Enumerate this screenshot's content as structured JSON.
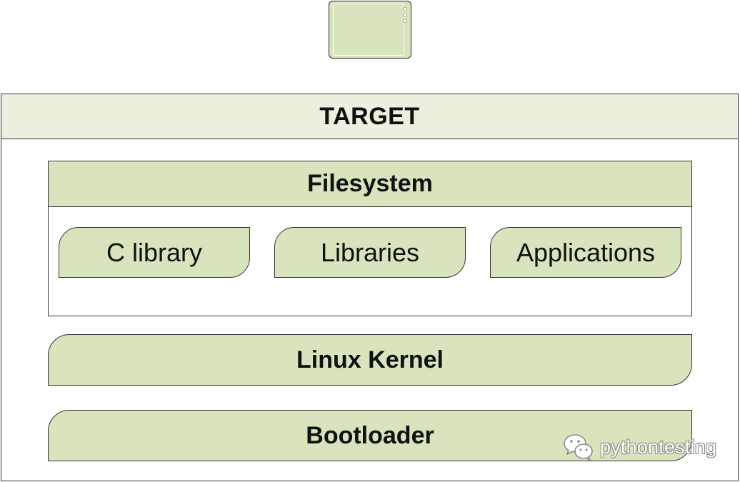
{
  "diagram": {
    "target": {
      "label": "TARGET"
    },
    "filesystem": {
      "label": "Filesystem",
      "components": [
        {
          "label": "C library"
        },
        {
          "label": "Libraries"
        },
        {
          "label": "Applications"
        }
      ]
    },
    "kernel": {
      "label": "Linux Kernel"
    },
    "bootloader": {
      "label": "Bootloader"
    },
    "device": {
      "icon": "tablet-device-icon"
    }
  },
  "watermark": {
    "icon": "wechat-icon",
    "text": "pythontesting"
  },
  "colors": {
    "box_fill": "#d7e4bd",
    "header_fill": "#ebf1de",
    "border": "#333333"
  }
}
